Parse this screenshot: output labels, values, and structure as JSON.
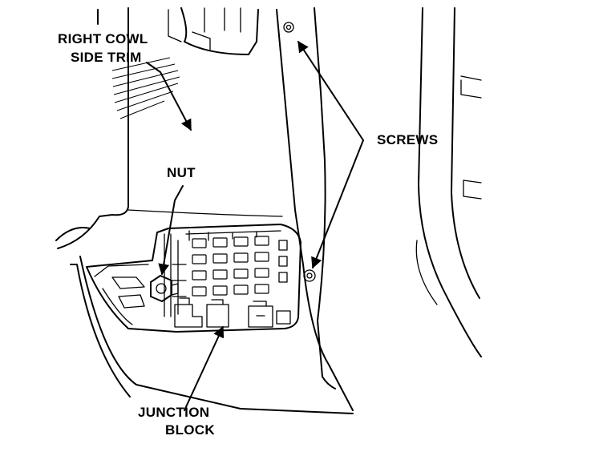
{
  "labels": {
    "cowl_trim_line1": "RIGHT COWL",
    "cowl_trim_line2": "SIDE TRIM",
    "screws": "SCREWS",
    "nut": "NUT",
    "junction_block_line1": "JUNCTION",
    "junction_block_line2": "BLOCK"
  }
}
